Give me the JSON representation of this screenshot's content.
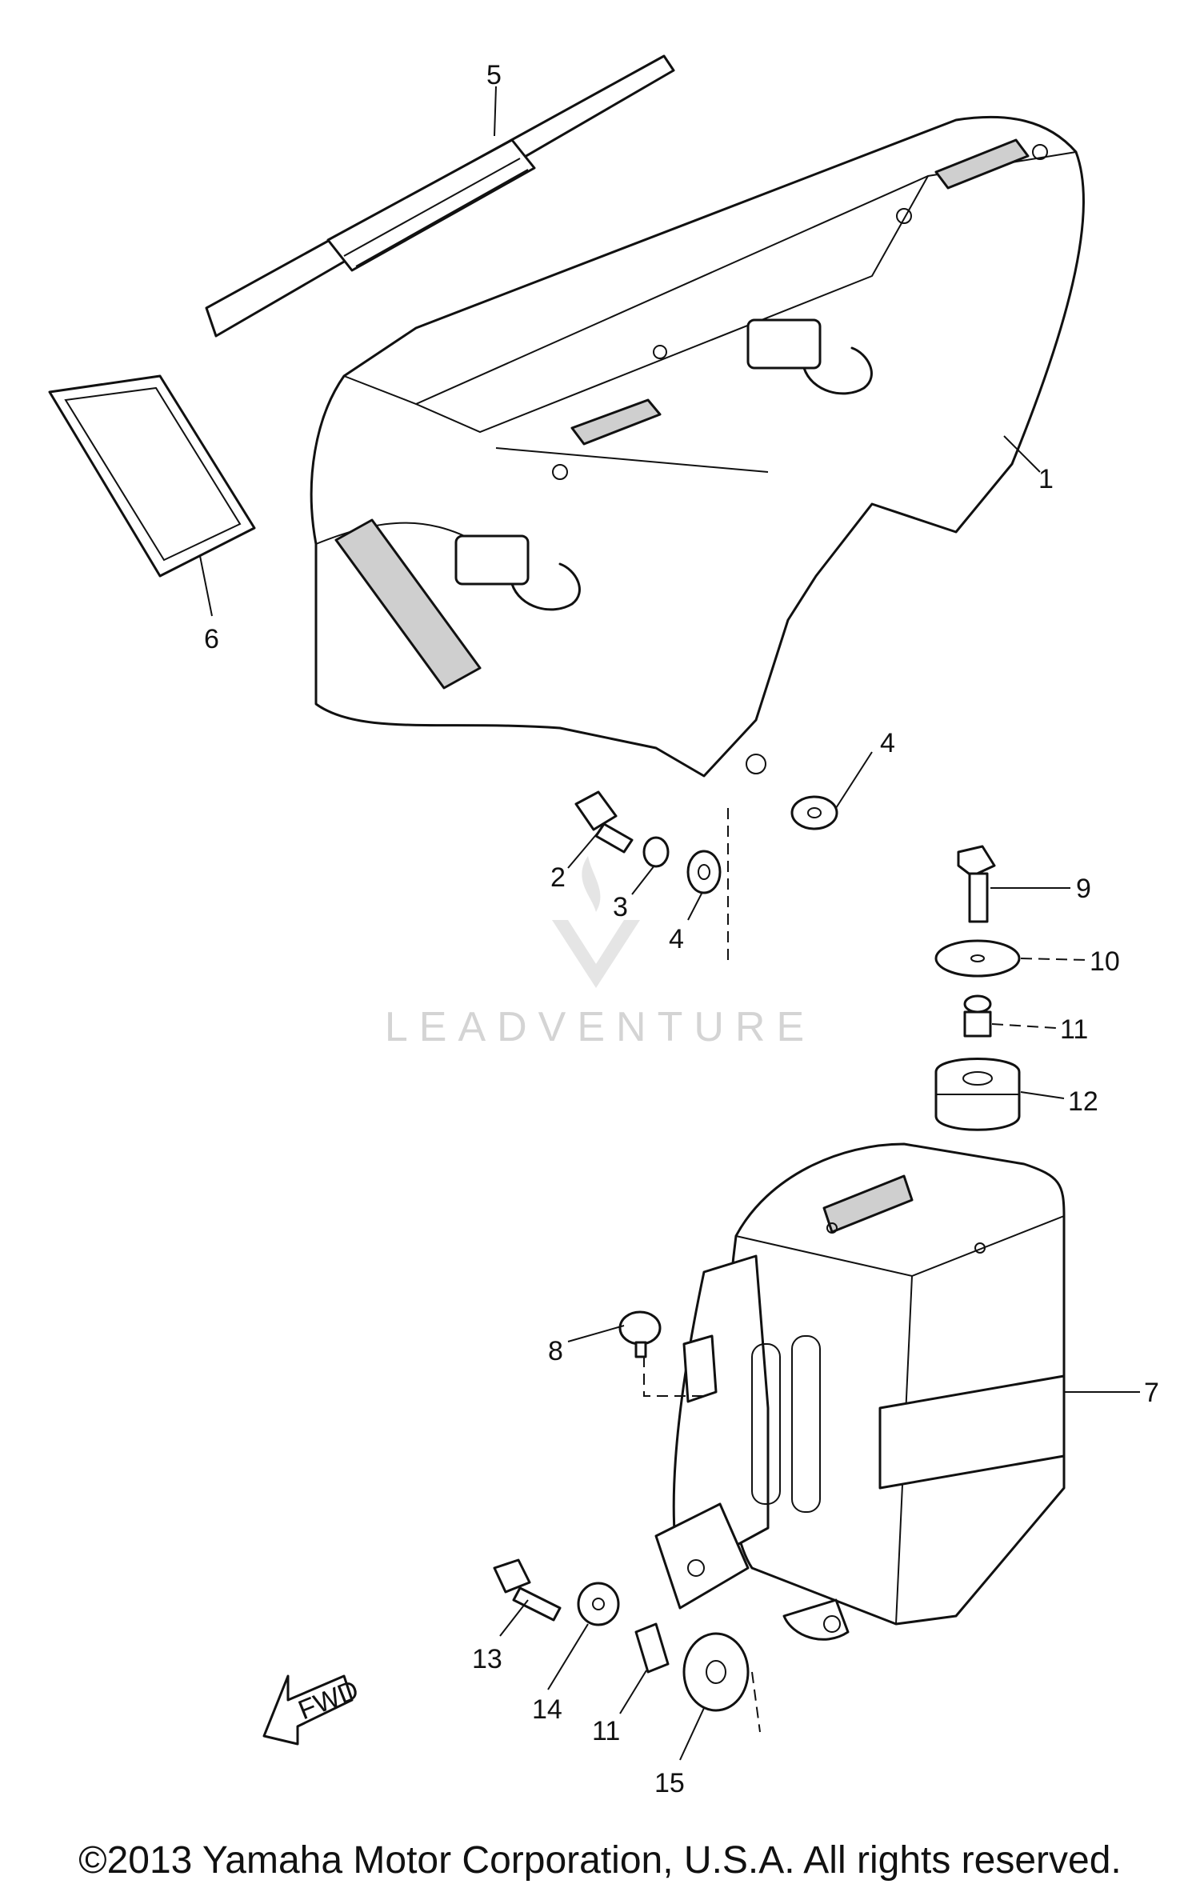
{
  "callouts": {
    "c1": "1",
    "c2": "2",
    "c3": "3",
    "c4a": "4",
    "c4b": "4",
    "c5": "5",
    "c6": "6",
    "c7": "7",
    "c8": "8",
    "c9": "9",
    "c10": "10",
    "c11a": "11",
    "c11b": "11",
    "c12": "12",
    "c13": "13",
    "c14": "14",
    "c15": "15"
  },
  "fwd_label": "FWD",
  "watermark": "LEADVENTURE",
  "copyright": "©2013 Yamaha Motor Corporation, U.S.A. All rights reserved."
}
